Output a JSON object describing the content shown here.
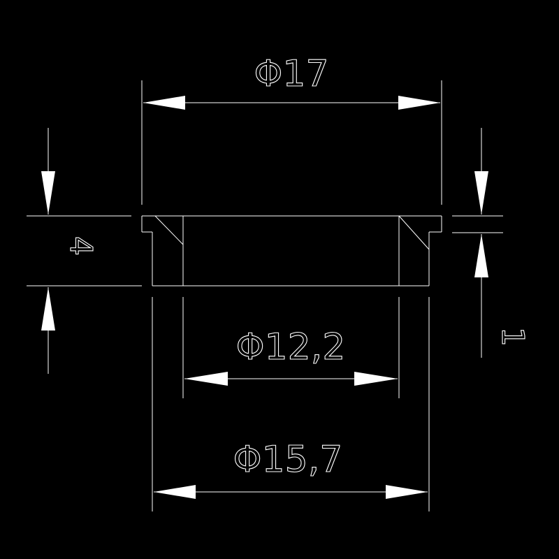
{
  "drawing": {
    "background_color": "#000000",
    "line_color": "#ffffff",
    "dimensions": {
      "outer_flange_diameter": "Φ17",
      "bore_diameter": "Φ12,2",
      "outer_body_diameter": "Φ15,7",
      "total_height": "4",
      "flange_thickness": "1"
    }
  }
}
